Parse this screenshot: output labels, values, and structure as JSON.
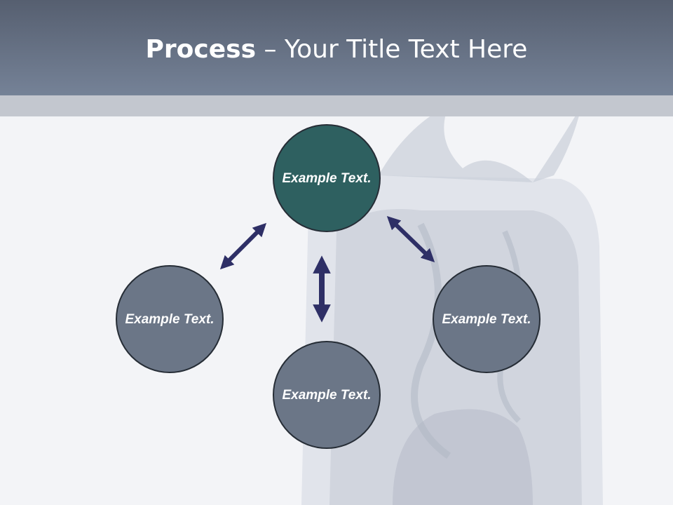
{
  "slide": {
    "title_bold": "Process",
    "title_rest": " – Your Title Text Here"
  },
  "nodes": {
    "top": "Example Text.",
    "left": "Example Text.",
    "bottom": "Example Text.",
    "right": "Example Text."
  },
  "colors": {
    "header": "#6b7689",
    "band": "#c3c7cf",
    "main_node": "#2e6060",
    "node": "#6b7687",
    "arrow": "#2e2f66"
  }
}
